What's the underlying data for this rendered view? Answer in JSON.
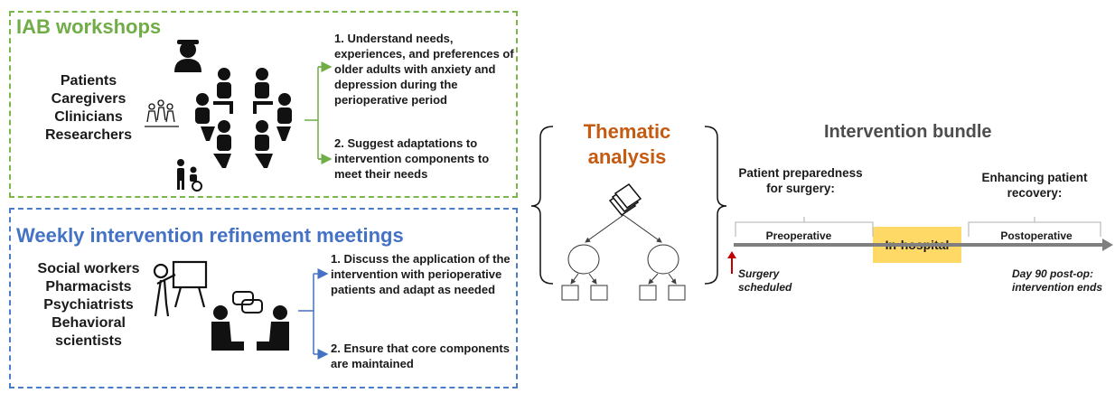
{
  "iab": {
    "title": "IAB workshops",
    "roles": [
      "Patients",
      "Caregivers",
      "Clinicians",
      "Researchers"
    ],
    "items": [
      "1. Understand needs, experiences, and preferences of older adults with anxiety and depression during the perioperative period",
      "2. Suggest adaptations to intervention components to meet their needs"
    ]
  },
  "weekly": {
    "title": "Weekly intervention refinement meetings",
    "roles": [
      "Social workers",
      "Pharmacists",
      "Psychiatrists",
      "Behavioral",
      "scientists"
    ],
    "items": [
      "1. Discuss the application of the intervention with perioperative patients and adapt as needed",
      "2. Ensure that core components are maintained"
    ]
  },
  "thematic": {
    "title_line1": "Thematic",
    "title_line2": "analysis"
  },
  "bundle": {
    "title": "Intervention bundle",
    "left_head_line1": "Patient preparedness",
    "left_head_line2": "for surgery:",
    "right_head_line1": "Enhancing patient",
    "right_head_line2": "recovery:",
    "preoperative": "Preoperative",
    "in_hospital": "In-hospital",
    "postoperative": "Postoperative",
    "start_note_line1": "Surgery",
    "start_note_line2": "scheduled",
    "end_note_line1": "Day 90 post-op:",
    "end_note_line2": "intervention ends"
  },
  "colors": {
    "green": "#70ad47",
    "blue": "#4472c4",
    "orange": "#c55a11",
    "yellow": "#ffd966",
    "timeline_gray": "#7f7f7f",
    "marker_red": "#c00000"
  }
}
